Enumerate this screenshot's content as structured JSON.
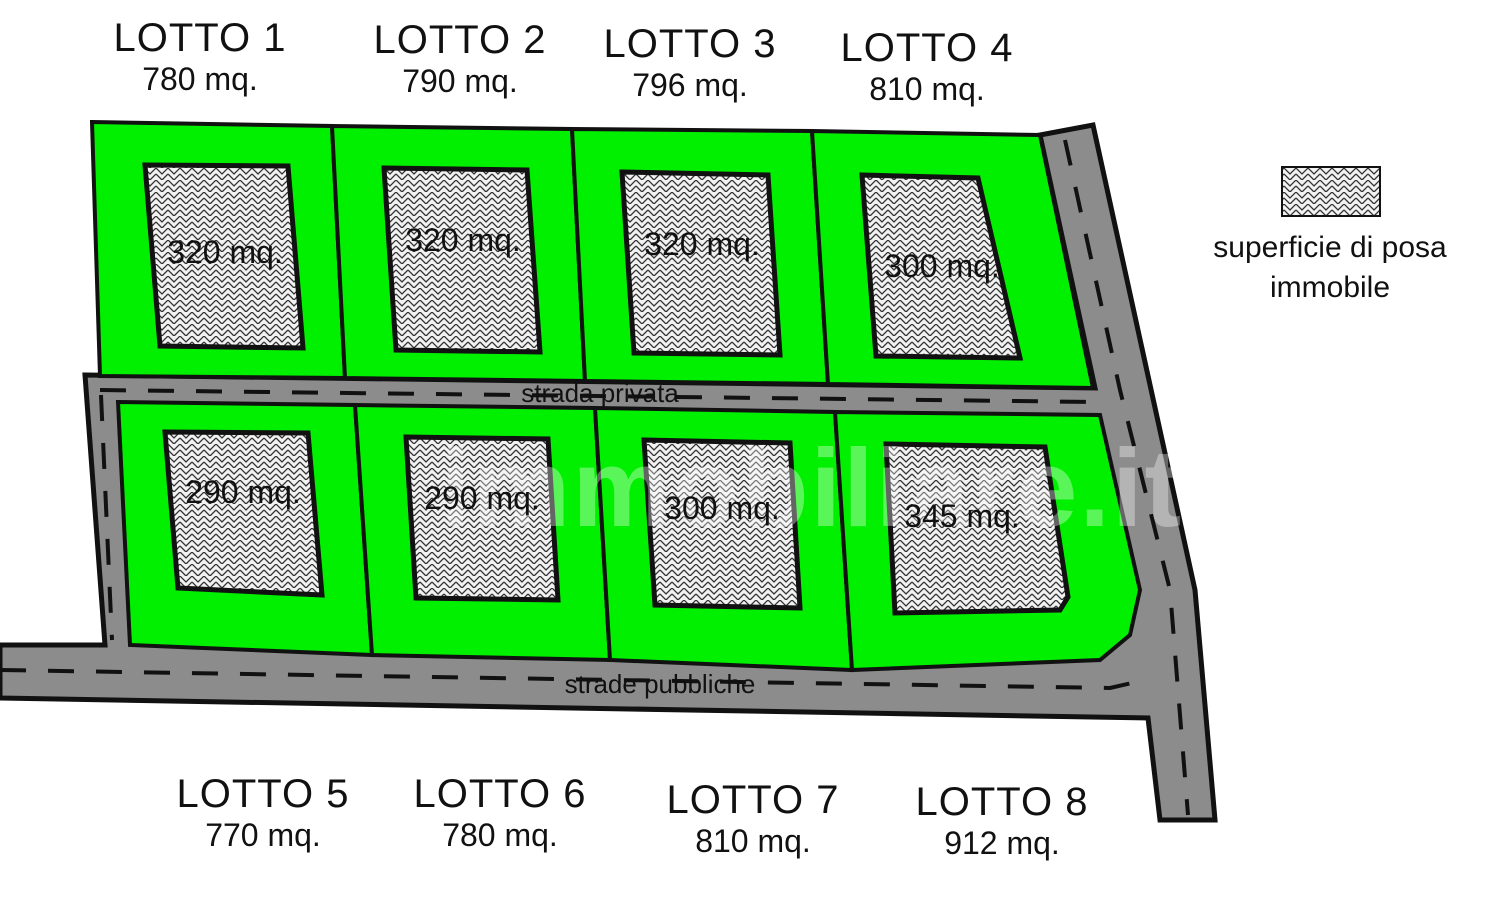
{
  "lots_top": [
    {
      "name": "LOTTO 1",
      "area": "780 mq.",
      "building": "320 mq."
    },
    {
      "name": "LOTTO 2",
      "area": "790 mq.",
      "building": "320 mq."
    },
    {
      "name": "LOTTO 3",
      "area": "796 mq.",
      "building": "320 mq."
    },
    {
      "name": "LOTTO 4",
      "area": "810 mq.",
      "building": "300 mq."
    }
  ],
  "lots_bottom": [
    {
      "name": "LOTTO 5",
      "area": "770 mq.",
      "building": "290 mq."
    },
    {
      "name": "LOTTO 6",
      "area": "780 mq.",
      "building": "290 mq."
    },
    {
      "name": "LOTTO 7",
      "area": "810 mq.",
      "building": "300 mq."
    },
    {
      "name": "LOTTO 8",
      "area": "912 mq.",
      "building": "345 mq."
    }
  ],
  "roads": {
    "private": "strada privata",
    "public": "strade pubbliche"
  },
  "legend": {
    "line1": "superficie di posa",
    "line2": "immobile"
  },
  "watermark": "immobiliare.it",
  "colors": {
    "lot": "#00f000",
    "road": "#8c8c8c",
    "outline": "#111111"
  }
}
